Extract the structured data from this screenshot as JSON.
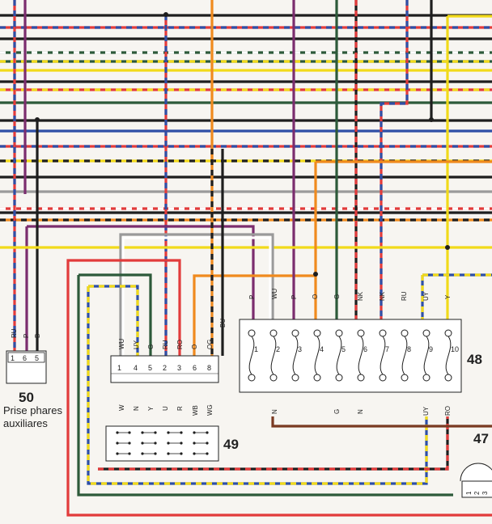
{
  "colors": {
    "black": "#1e1e1e",
    "red": "#e23b3b",
    "blue": "#2e4fa6",
    "yellow": "#f1da1a",
    "green": "#2d5a3a",
    "orange": "#f08a1e",
    "purple": "#7b2d6e",
    "brown": "#7a3a22",
    "white": "#ffffff",
    "grey": "#9a9a9a",
    "pink": "#d9789a"
  },
  "icons": [
    "fuse-icon",
    "connector-icon",
    "junction-dot-icon"
  ],
  "c50": {
    "number": "50",
    "caption_line1": "Prise phares",
    "caption_line2": "auxiliares",
    "wires": [
      "RU",
      "P",
      "B"
    ],
    "pins": [
      "1",
      "6",
      "5"
    ]
  },
  "c49": {
    "number": "49",
    "top_wires": [
      "WU",
      "UY",
      "G",
      "RU",
      "RO",
      "O",
      "OG",
      "BU"
    ],
    "pins": [
      "1",
      "4",
      "5",
      "2",
      "3",
      "6",
      "8"
    ],
    "bottom_wires": [
      "W",
      "N",
      "Y",
      "U",
      "R",
      "WB",
      "WG"
    ]
  },
  "c48": {
    "number": "48",
    "top_wires": [
      "P",
      "WU",
      "P",
      "O",
      "G",
      "NK",
      "NK",
      "RU",
      "UY",
      "Y"
    ],
    "fuses": [
      "1",
      "2",
      "3",
      "4",
      "5",
      "6",
      "7",
      "8",
      "9",
      "10"
    ],
    "bottom_wires": [
      "N",
      "G",
      "N",
      "UY",
      "RO"
    ]
  },
  "c47": {
    "number": "47",
    "pins": [
      "1",
      "2",
      "3"
    ]
  }
}
